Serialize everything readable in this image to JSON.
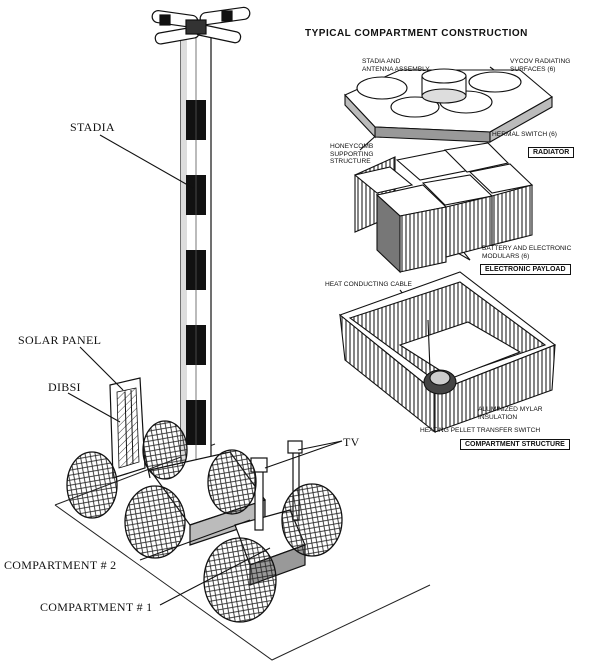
{
  "header": {
    "title": "TYPICAL COMPARTMENT CONSTRUCTION"
  },
  "vehicle_labels": {
    "stadia": "STADIA",
    "solar_panel": "SOLAR PANEL",
    "dibsi": "DIBSI",
    "tv": "TV",
    "compartment_2": "COMPARTMENT # 2",
    "compartment_1": "COMPARTMENT # 1"
  },
  "radiator_section": {
    "stadia_antenna": "STADIA AND ANTENNA ASSEMBLY",
    "vycov": "VYCOV RADIATING SURFACES (6)",
    "honeycomb": "HONEYCOMB SUPPORTING STRUCTURE",
    "thermal_switch": "THERMAL SWITCH (6)",
    "box_label": "RADIATOR"
  },
  "payload_section": {
    "battery": "BATTERY AND ELECTRONIC MODULARS (6)",
    "box_label": "ELECTRONIC PAYLOAD"
  },
  "compartment_section": {
    "heat_cable": "HEAT CONDUCTING CABLE",
    "mylar": "ALUMINIZED MYLAR INSULATION",
    "pellet": "HEATING PELLET TRANSFER SWITCH",
    "box_label": "COMPARTMENT STRUCTURE"
  }
}
